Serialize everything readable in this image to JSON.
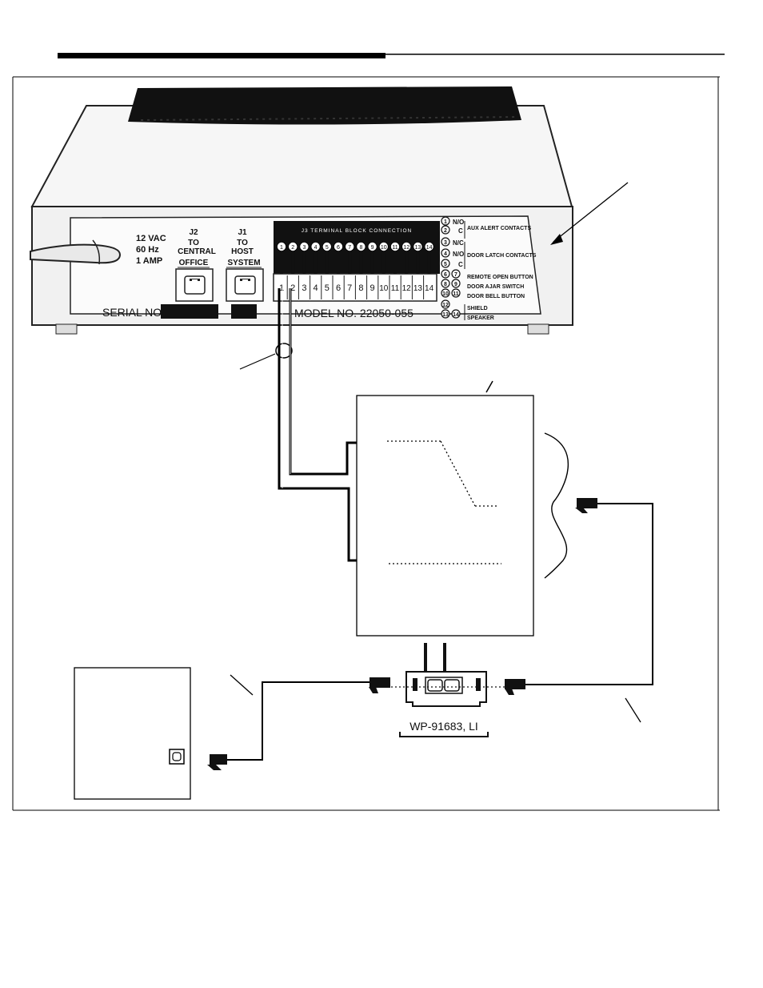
{
  "panel": {
    "power": [
      "12 VAC",
      "60 Hz",
      "1 AMP"
    ],
    "j2": [
      "J2",
      "TO",
      "CENTRAL",
      "OFFICE"
    ],
    "j1": [
      "J1",
      "TO",
      "HOST",
      "SYSTEM"
    ],
    "terminal_block_header": "J3 TERMINAL BLOCK CONNECTION",
    "serial_label": "SERIAL NO.",
    "model_label": "MODEL NO.  22050-055"
  },
  "terminals": [
    "1",
    "2",
    "3",
    "4",
    "5",
    "6",
    "7",
    "8",
    "9",
    "10",
    "11",
    "12",
    "13",
    "14"
  ],
  "contacts": [
    {
      "nums": [
        "1",
        "2"
      ],
      "codes": [
        "N/O",
        "C"
      ],
      "label": "AUX ALERT CONTACTS"
    },
    {
      "nums": [
        "3",
        "4",
        "5"
      ],
      "codes": [
        "N/C",
        "N/O",
        "C"
      ],
      "label": "DOOR LATCH CONTACTS"
    },
    {
      "nums": [
        "6",
        "7"
      ],
      "label": "REMOTE OPEN BUTTON"
    },
    {
      "nums": [
        "8",
        "9"
      ],
      "label": "DOOR AJAR SWITCH"
    },
    {
      "nums": [
        "10",
        "11"
      ],
      "label": "DOOR BELL BUTTON"
    },
    {
      "nums": [
        "12"
      ],
      "label": "SHIELD"
    },
    {
      "nums": [
        "13",
        "14"
      ],
      "label": "SPEAKER"
    }
  ],
  "adapter": {
    "label": "WP-91683, LI"
  }
}
